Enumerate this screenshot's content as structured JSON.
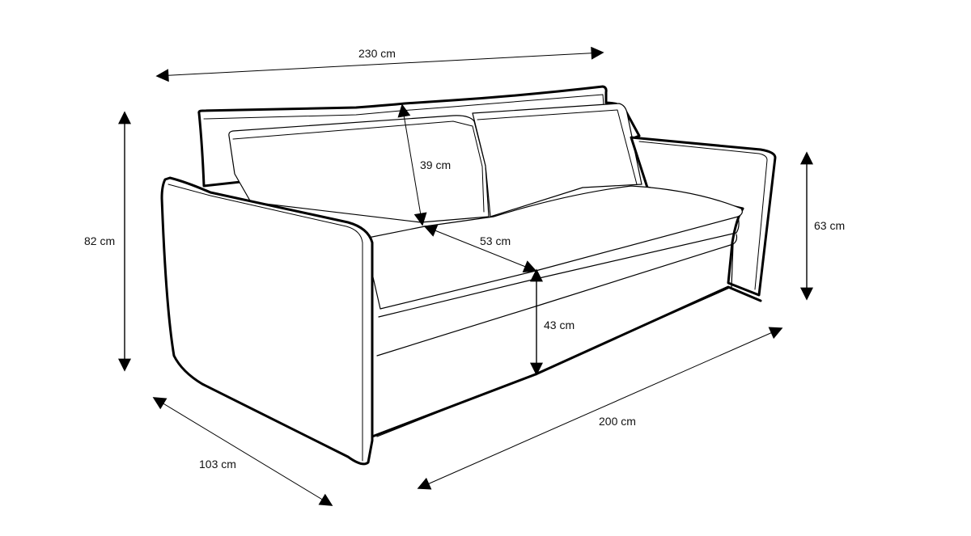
{
  "diagram": {
    "subject": "Sofa dimensions drawing",
    "colors": {
      "line": "#000000",
      "background": "#ffffff",
      "text": "#111111"
    },
    "dimensions": {
      "overall_width": "230 cm",
      "back_cushion_height": "39 cm",
      "seat_depth": "53 cm",
      "overall_height": "82 cm",
      "arm_height": "63 cm",
      "seat_height": "43 cm",
      "base_length": "200 cm",
      "overall_depth": "103 cm"
    }
  }
}
